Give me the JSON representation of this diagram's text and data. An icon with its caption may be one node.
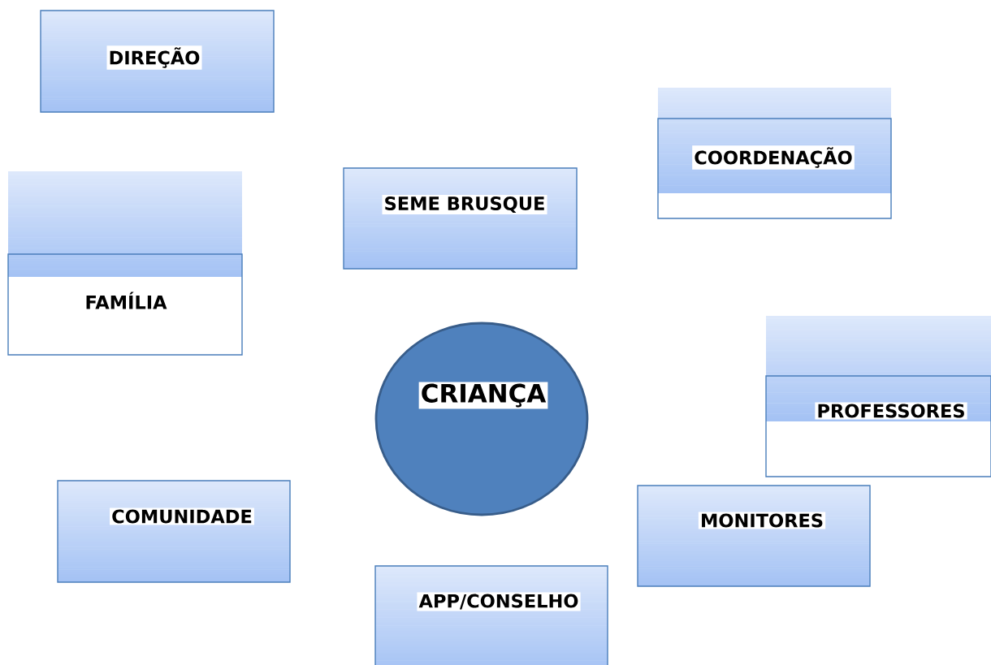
{
  "diagram": {
    "nodes": [
      {
        "text": [
          "DIREÇÃO"
        ]
      },
      {
        "text": [
          "COORDENAÇÃO"
        ]
      },
      {
        "text": [
          "SEME BRUSQUE"
        ]
      },
      {
        "text": [
          "FAMÍLIA"
        ]
      },
      {
        "text": [
          "CRIANÇA"
        ]
      },
      {
        "text": [
          "PROFESSORES"
        ]
      },
      {
        "text": [
          "COMUNIDADE"
        ]
      },
      {
        "text": [
          "MONITORES"
        ]
      },
      {
        "text": [
          "APP/CONSELHO"
        ]
      }
    ]
  }
}
